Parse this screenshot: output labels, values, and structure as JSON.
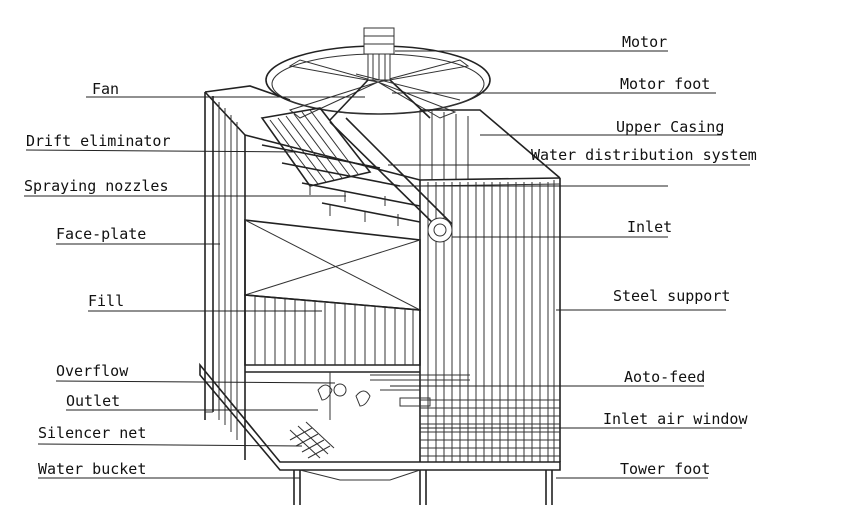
{
  "labels": {
    "motor": "Motor",
    "motor_foot": "Motor foot",
    "fan": "Fan",
    "upper_casing": "Upper Casing",
    "drift_eliminator": "Drift eliminator",
    "water_distribution": "Water distribution system",
    "spraying_nozzles": "Spraying nozzles",
    "inlet": "Inlet",
    "face_plate": "Face-plate",
    "fill": "Fill",
    "steel_support": "Steel support",
    "overflow": "Overflow",
    "auto_feed": "Aoto-feed",
    "outlet": "Outlet",
    "inlet_air_window": "Inlet air window",
    "silencer_net": "Silencer net",
    "water_bucket": "Water bucket",
    "tower_foot": "Tower foot"
  }
}
